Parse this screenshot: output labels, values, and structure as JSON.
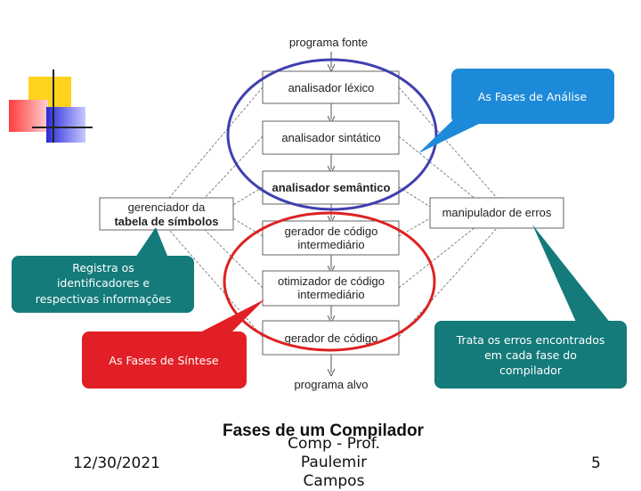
{
  "colors": {
    "analysis_ellipse": "#3f3fb0",
    "synthesis_ellipse": "#dd2222",
    "teal_callout": "#147a7a",
    "red_callout": "#e21f26",
    "blue_callout": "#1c8ad8"
  },
  "nodes": {
    "source": "programa fonte",
    "lexical": "analisador léxico",
    "syntactic": "analisador sintático",
    "semantic": "analisador semântico",
    "intermediate_1": "gerador de código",
    "intermediate_2": "intermediário",
    "optimizer_1": "otimizador de código",
    "optimizer_2": "intermediário",
    "codegen": "gerador de código",
    "target": "programa alvo",
    "symtab_1": "gerenciador da",
    "symtab_2": "tabela de símbolos",
    "errors": "manipulador de erros"
  },
  "callouts": {
    "analysis": "As Fases de Análise",
    "register_1": "Registra os",
    "register_2": "identificadores e",
    "register_3": "respectivas informações",
    "synthesis": "As Fases de Síntese",
    "errors_1": "Trata os erros encontrados",
    "errors_2": "em cada fase do",
    "errors_3": "compilador"
  },
  "footer": {
    "date": "12/30/2021",
    "title": "Fases de um Compilador",
    "author_1": "Comp - Prof. Paulemir",
    "author_2": "Campos",
    "page": "5"
  }
}
